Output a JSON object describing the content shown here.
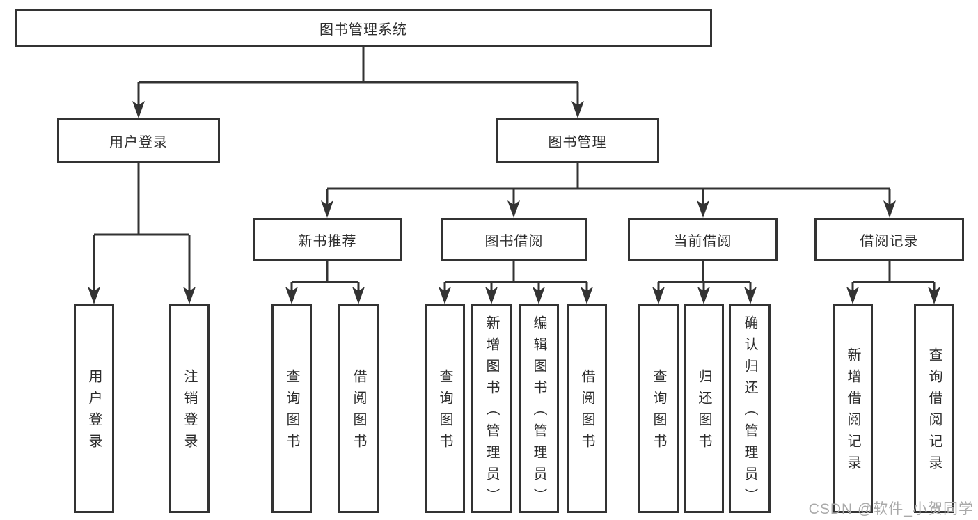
{
  "tree": {
    "label": "图书管理系统",
    "children": [
      {
        "label": "用户登录",
        "children": [
          {
            "label": "用户登录"
          },
          {
            "label": "注销登录"
          }
        ]
      },
      {
        "label": "图书管理",
        "children": [
          {
            "label": "新书推荐",
            "children": [
              {
                "label": "查询图书"
              },
              {
                "label": "借阅图书"
              }
            ]
          },
          {
            "label": "图书借阅",
            "children": [
              {
                "label": "查询图书"
              },
              {
                "label": "新增图书（管理员）"
              },
              {
                "label": "编辑图书（管理员）"
              },
              {
                "label": "借阅图书"
              }
            ]
          },
          {
            "label": "当前借阅",
            "children": [
              {
                "label": "查询图书"
              },
              {
                "label": "归还图书"
              },
              {
                "label": "确认归还（管理员）"
              }
            ]
          },
          {
            "label": "借阅记录",
            "children": [
              {
                "label": "新增借阅记录"
              },
              {
                "label": "查询借阅记录"
              }
            ]
          }
        ]
      }
    ]
  },
  "watermark": "CSDN @软件_小贺同学",
  "colors": {
    "line": "#333333",
    "text": "#2d2d2d",
    "box_background": "#ffffff",
    "watermark": "#a9a9a9",
    "background": "#ffffff"
  }
}
